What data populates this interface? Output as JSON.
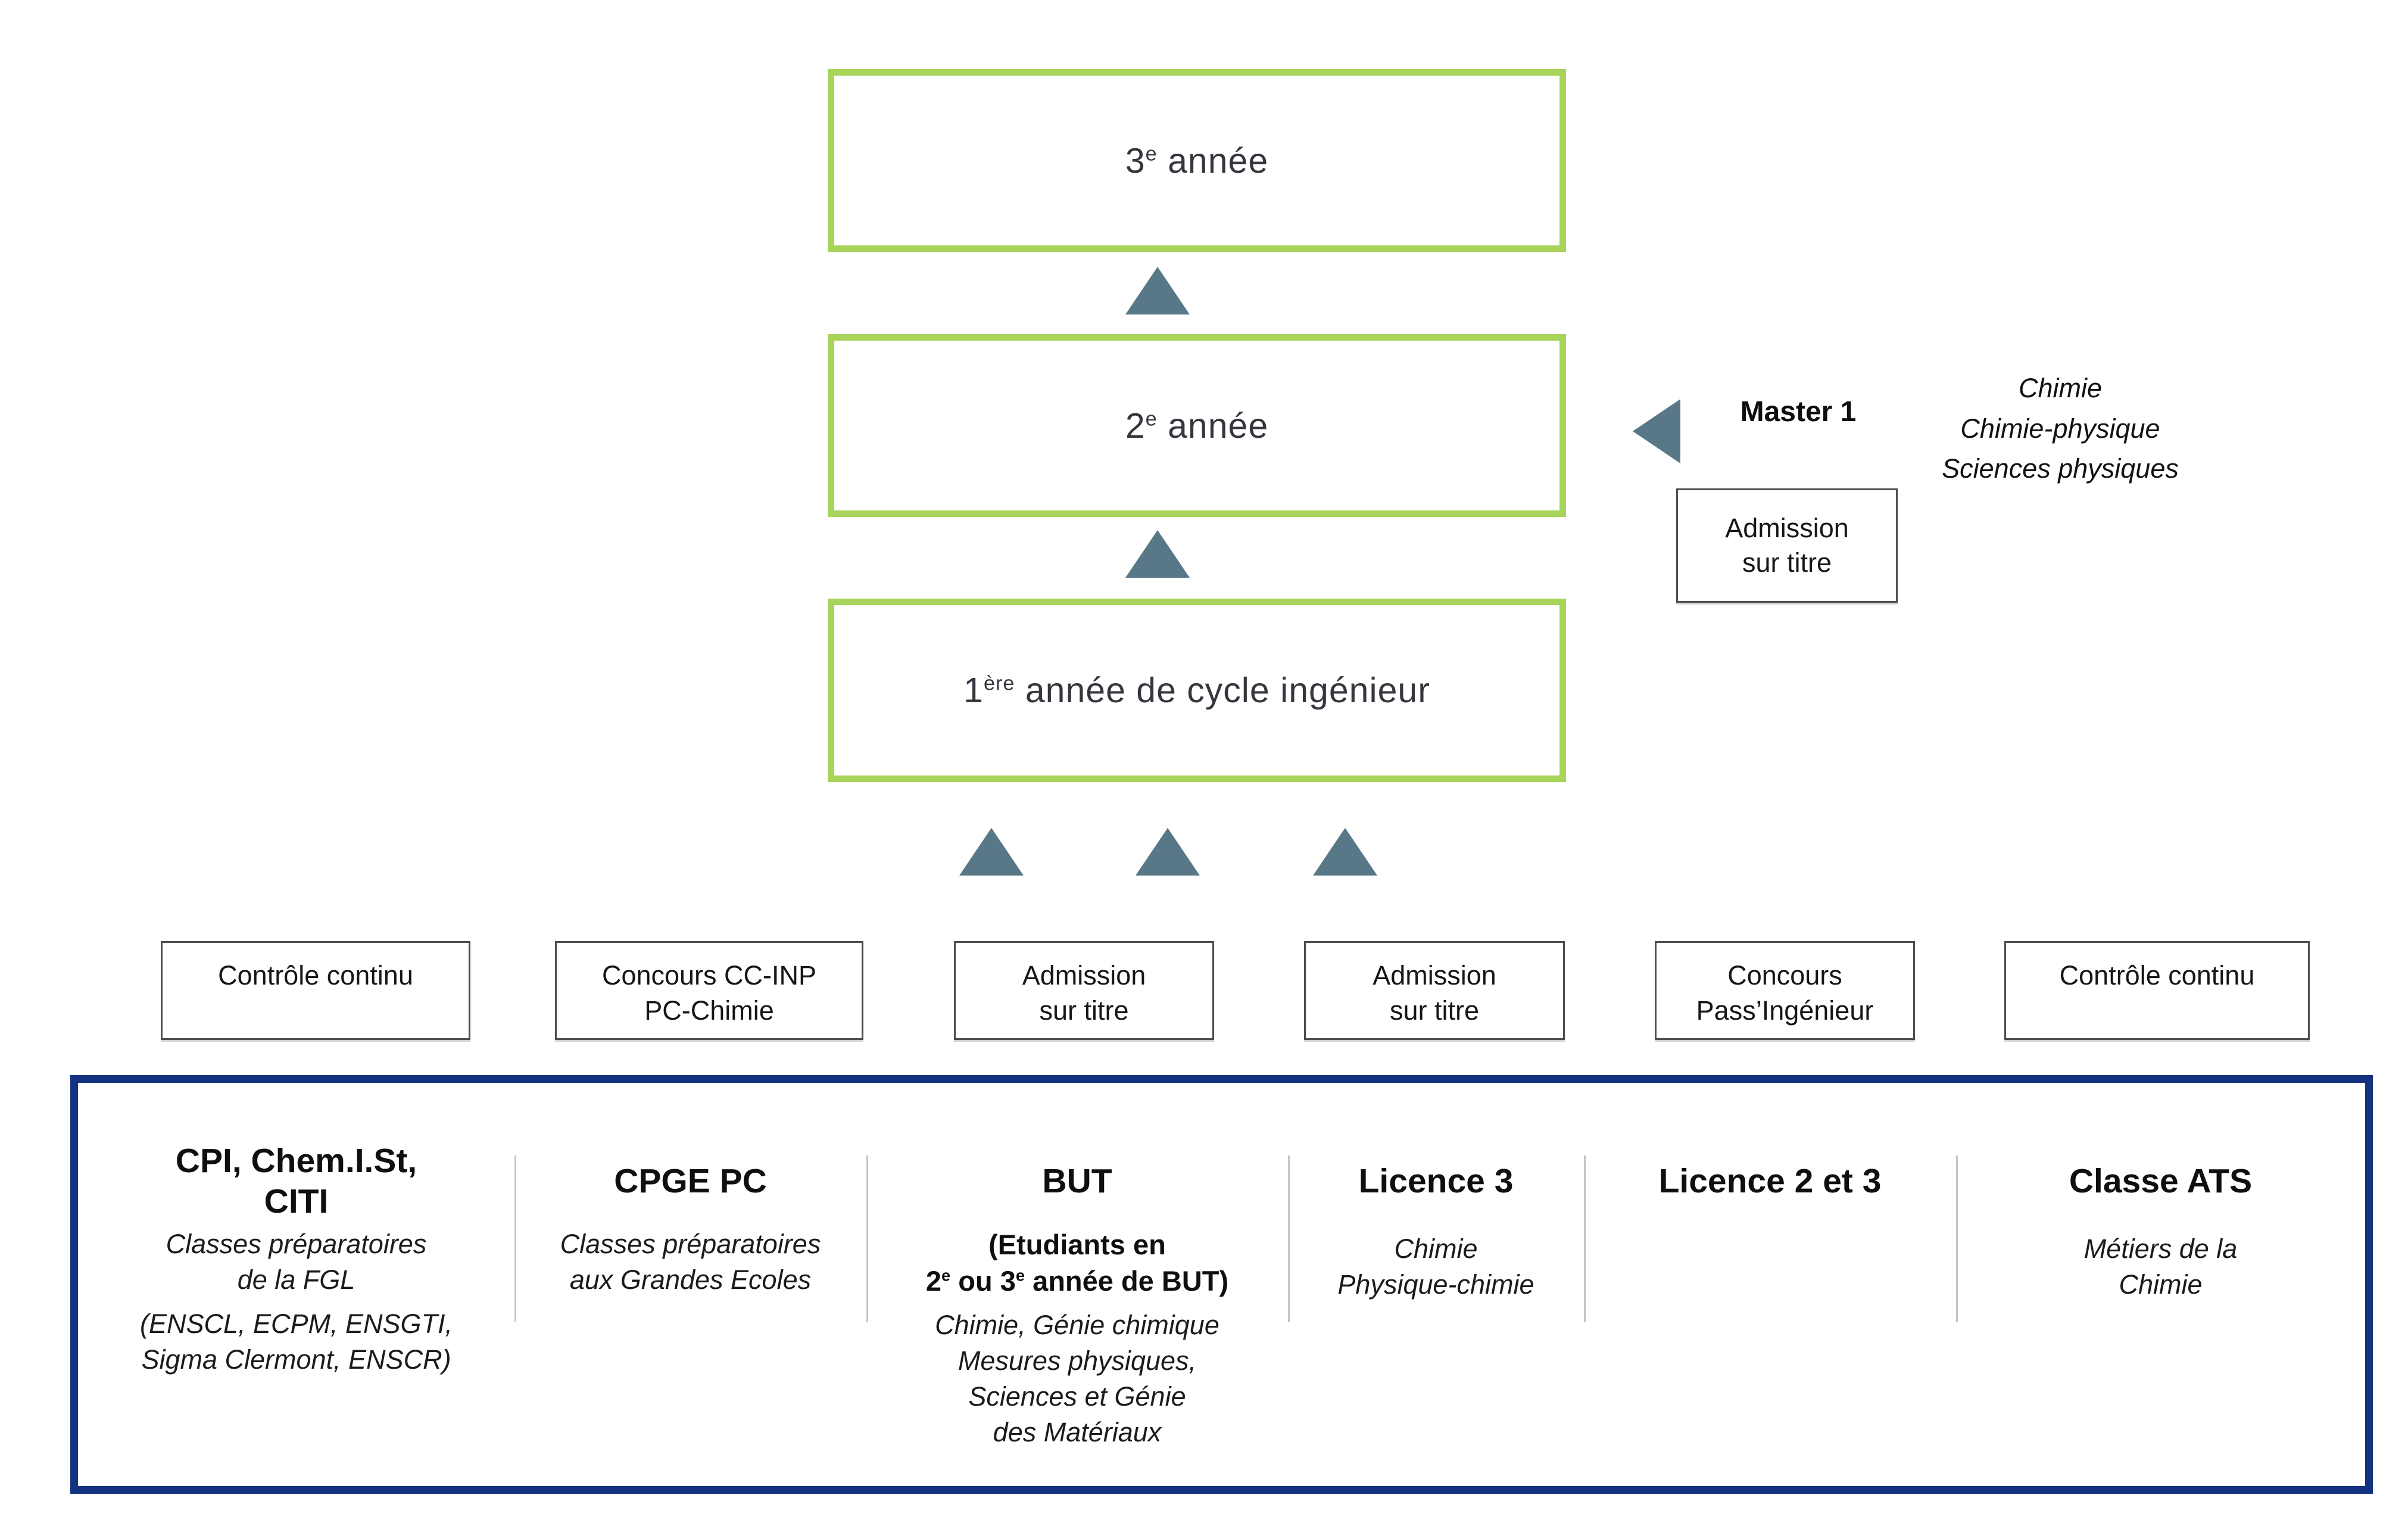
{
  "colors": {
    "green-border": "#a8d45a",
    "navy-border": "#133380",
    "arrow-fill": "#587887",
    "entry-border": "#4e4e4e",
    "divider": "#c4c4c4",
    "heading-text": "#36363e",
    "body-text": "#161616"
  },
  "flow": {
    "year3": {
      "segments": [
        {
          "t": "3"
        },
        {
          "t": "e",
          "s": true
        },
        {
          "t": " année"
        }
      ]
    },
    "year2": {
      "segments": [
        {
          "t": "2"
        },
        {
          "t": "e",
          "s": true
        },
        {
          "t": " année"
        }
      ]
    },
    "year1": {
      "segments": [
        {
          "t": "1"
        },
        {
          "t": "ère",
          "s": true
        },
        {
          "t": " année de cycle ingénieur"
        }
      ]
    }
  },
  "master": {
    "label": "Master 1",
    "programs": [
      "Chimie",
      "Chimie-physique",
      "Sciences physiques"
    ],
    "admission_lines": [
      "Admission",
      "sur titre"
    ]
  },
  "admission_row": [
    {
      "lines": [
        "Contrôle continu"
      ]
    },
    {
      "lines": [
        "Concours CC-INP",
        "PC-Chimie"
      ]
    },
    {
      "lines": [
        "Admission",
        "sur titre"
      ]
    },
    {
      "lines": [
        "Admission",
        "sur titre"
      ]
    },
    {
      "lines": [
        "Concours",
        "Pass’Ingénieur"
      ]
    },
    {
      "lines": [
        "Contrôle continu"
      ]
    }
  ],
  "origins": {
    "columns": [
      {
        "title_lines": [
          "CPI, Chem.I.St,",
          "CITI"
        ],
        "subtitle_lines": [
          "Classes préparatoires",
          "de la FGL"
        ],
        "detail_lines": [
          "(ENSCL, ECPM, ENSGTI,",
          "Sigma Clermont, ENSCR)"
        ]
      },
      {
        "title_lines": [
          "CPGE PC"
        ],
        "subtitle_lines": [
          "Classes préparatoires",
          "aux Grandes Ecoles"
        ]
      },
      {
        "title_lines": [
          "BUT"
        ],
        "subtitle_rich": [
          {
            "t": "(Etudiants en\n2"
          },
          {
            "t": "e",
            "s": true
          },
          {
            "t": " ou 3"
          },
          {
            "t": "e",
            "s": true
          },
          {
            "t": " année de BUT)"
          }
        ],
        "detail_lines": [
          "Chimie, Génie chimique",
          "Mesures physiques,",
          "Sciences et Génie",
          "des Matériaux"
        ]
      },
      {
        "title_lines": [
          "Licence 3"
        ],
        "detail_lines": [
          "Chimie",
          "Physique-chimie"
        ]
      },
      {
        "title_lines": [
          "Licence 2 et 3"
        ]
      },
      {
        "title_lines": [
          "Classe ATS"
        ],
        "detail_lines": [
          "Métiers de la",
          "Chimie"
        ]
      }
    ]
  }
}
